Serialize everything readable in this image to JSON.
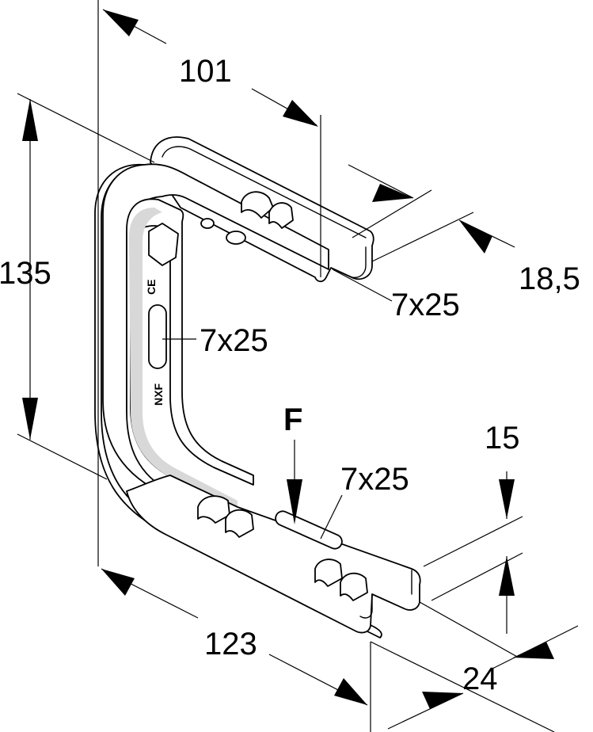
{
  "dimensions": {
    "width_top": "101",
    "height": "135",
    "width_bottom": "123",
    "flange_top": "18,5",
    "flange_bottom_height": "15",
    "flange_bottom_depth": "24"
  },
  "slots": {
    "top": "7x25",
    "side": "7x25",
    "bottom": "7x25"
  },
  "load_label": "F",
  "markings": {
    "ce": "CE",
    "brand": "NXF"
  }
}
